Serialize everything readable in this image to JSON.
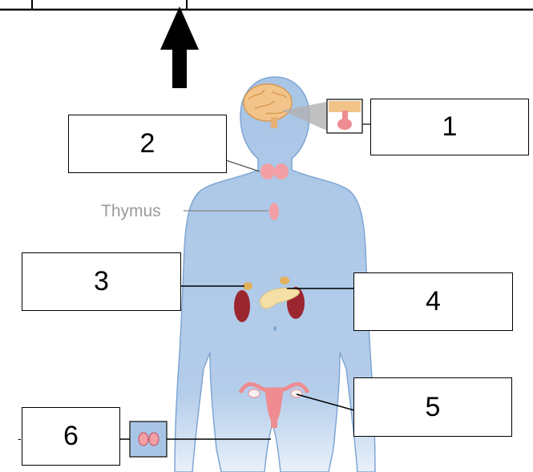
{
  "diagram": {
    "labels": {
      "thymus": "Thymus"
    },
    "boxes": [
      {
        "id": "1",
        "text": "1"
      },
      {
        "id": "2",
        "text": "2"
      },
      {
        "id": "3",
        "text": "3"
      },
      {
        "id": "4",
        "text": "4"
      },
      {
        "id": "5",
        "text": "5"
      },
      {
        "id": "6",
        "text": "6"
      }
    ],
    "colors": {
      "body_fill": "#a9c5e6",
      "body_outline": "#7ea6d3",
      "brain": "#f3c48a",
      "gland_pink": "#f2a0a6",
      "kidney": "#9b2630",
      "pancreas": "#f4dfa6",
      "uterus": "#ee8c91"
    }
  }
}
